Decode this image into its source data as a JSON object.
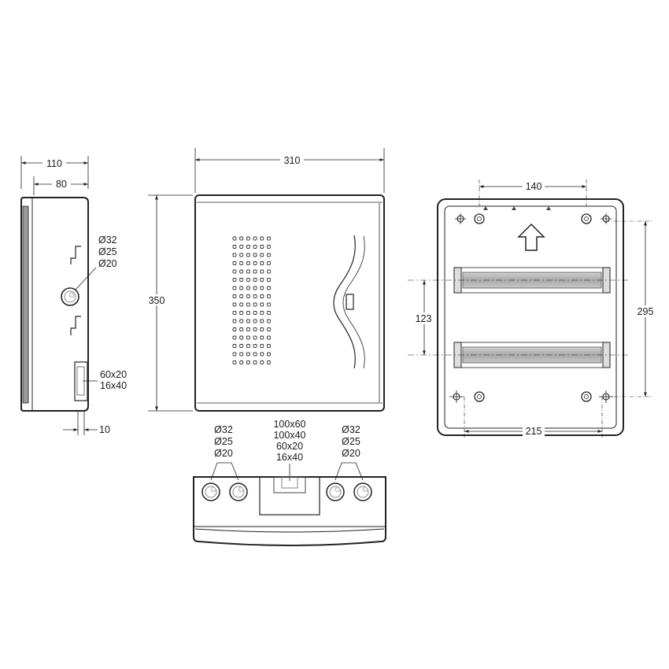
{
  "side_view": {
    "dim_depth_total": "110",
    "dim_depth_body": "80",
    "dim_offset": "10",
    "knockout_sizes": [
      "Ø32",
      "Ø25",
      "Ø20"
    ],
    "slot_sizes": [
      "60x20",
      "16x40"
    ]
  },
  "front_view": {
    "dim_width": "310",
    "dim_height": "350"
  },
  "bottom_view": {
    "left_knockouts": [
      "Ø32",
      "Ø25",
      "Ø20"
    ],
    "center_slots": [
      "100x60",
      "100x40",
      "60x20",
      "16x40"
    ],
    "right_knockouts": [
      "Ø32",
      "Ø25",
      "Ø20"
    ]
  },
  "back_view": {
    "dim_top_holes": "140",
    "dim_rail_spacing": "123",
    "dim_vertical_holes": "295",
    "dim_bottom_holes": "215"
  },
  "colors": {
    "line": "#222222",
    "rail": "#b0b0b0",
    "side_edge": "#9a9a9a"
  }
}
